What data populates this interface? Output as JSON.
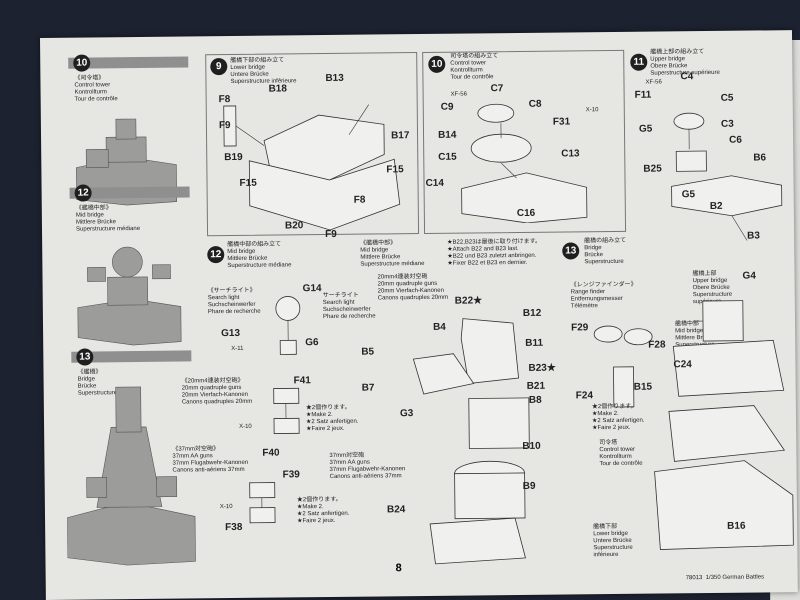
{
  "page_number": "8",
  "footer": "78013  1/350 German Battles",
  "sidebar": {
    "s10": {
      "num": "10",
      "lines": "《司令塔》\nControl tower\nKontrollturm\nTour de contrôle"
    },
    "s12": {
      "num": "12",
      "lines": "《艦橋中部》\nMid bridge\nMittlere Brücke\nSuperstructure médiane"
    },
    "s13": {
      "num": "13",
      "lines": "《艦橋》\nBridge\nBrücke\nSuperstructure"
    }
  },
  "step9": {
    "num": "9",
    "text": "艦橋下部の組み立て\nLower bridge\nUntere Brücke\nSuperstructure inférieure",
    "labels": [
      "F8",
      "B18",
      "B13",
      "F9",
      "B17",
      "B19",
      "F15",
      "F15",
      "F8",
      "B20",
      "F9"
    ]
  },
  "step10": {
    "num": "10",
    "text": "司令塔の組み立て\nControl tower\nKontrollturm\nTour de contrôle",
    "labels": [
      "XF-56",
      "C7",
      "C9",
      "C8",
      "X-10",
      "F31",
      "B14",
      "C15",
      "C13",
      "C14",
      "C16"
    ]
  },
  "step11": {
    "num": "11",
    "text": "艦橋上部の組み立て\nUpper bridge\nObere Brücke\nSuperstructure supérieure",
    "labels": [
      "XF-56",
      "C4",
      "F11",
      "C5",
      "G5",
      "C3",
      "C6",
      "B6",
      "B25",
      "G5",
      "B2",
      "B3"
    ]
  },
  "step12": {
    "num": "12",
    "text": "艦橋中部の組み立て\nMid bridge\nMittlere Brücke\nSuperstructure médiane"
  },
  "search_light": {
    "text": "《サーチライト》\nSearch light\nSuchscheinwerfer\nPhare de recherche",
    "labels": [
      "G14",
      "G13",
      "X-11",
      "G6"
    ]
  },
  "quad20": {
    "text": "《20mm4連装対空砲》\n20mm quadruple guns\n20mm Vierfach-Kanonen\nCanons quadruples 20mm",
    "make": "★2個作ります。\n★Make 2.\n★2 Satz anfertigen.\n★Faire 2 jeux.",
    "labels": [
      "F41",
      "X-10",
      "F40"
    ]
  },
  "aa37": {
    "text": "《37mm対空砲》\n37mm AA guns\n37mm Flugabwehr-Kanonen\nCanons anti-aériens 37mm",
    "make": "★2個作ります。\n★Make 2.\n★2 Satz anfertigen.\n★Faire 2 jeux.",
    "labels": [
      "X-10",
      "F39",
      "F38"
    ]
  },
  "mid": {
    "head": "《艦橋中部》\nMid bridge\nMittlere Brücke\nSuperstructure médiane",
    "note": "★B22,B23は最後に取り付けます。\n★Attach B22 and B23 last.\n★B22 und B23 zuletzt anbringen.\n★Fixer B22 et B23 en dernier.",
    "sl": "サーチライト\nSearch light\nSuchscheinwerfer\nPhare de recherche",
    "q20": "20mm4連装対空砲\n20mm quadruple guns\n20mm Vierfach-Kanonen\nCanons quadruples 20mm",
    "a37": "37mm対空砲\n37mm AA guns\n37mm Flugabwehr-Kanonen\nCanons anti-aériens 37mm",
    "labels": [
      "B22★",
      "B12",
      "B4",
      "B11",
      "B5",
      "B23★",
      "B7",
      "B21",
      "B8",
      "G3",
      "B10",
      "B9",
      "B24"
    ]
  },
  "step13": {
    "num": "13",
    "text": "艦橋の組み立て\nBridge\nBrücke\nSuperstructure"
  },
  "range": {
    "text": "《レンジファインダー》\nRange finder\nEntfernungsmesser\nTélémètre",
    "make": "★2個作ります。\n★Make 2.\n★2 Satz anfertigen.\n★Faire 2 jeux.",
    "labels": [
      "F29",
      "F28",
      "F24"
    ]
  },
  "s13labels": {
    "upper": "艦橋上部\nUpper bridge\nObere Brücke\nSuperstructure\nsupérieure",
    "mid": "艦橋中部\nMid bridge\nMittlere Brücke\nSuperstructure\nmédiane",
    "ctl": "司令塔\nControl tower\nKontrollturm\nTour de contrôle",
    "lower": "艦橋下部\nLower bridge\nUntere Brücke\nSuperstructure\ninférieure",
    "parts": [
      "G4",
      "C24",
      "B15",
      "B16"
    ]
  }
}
